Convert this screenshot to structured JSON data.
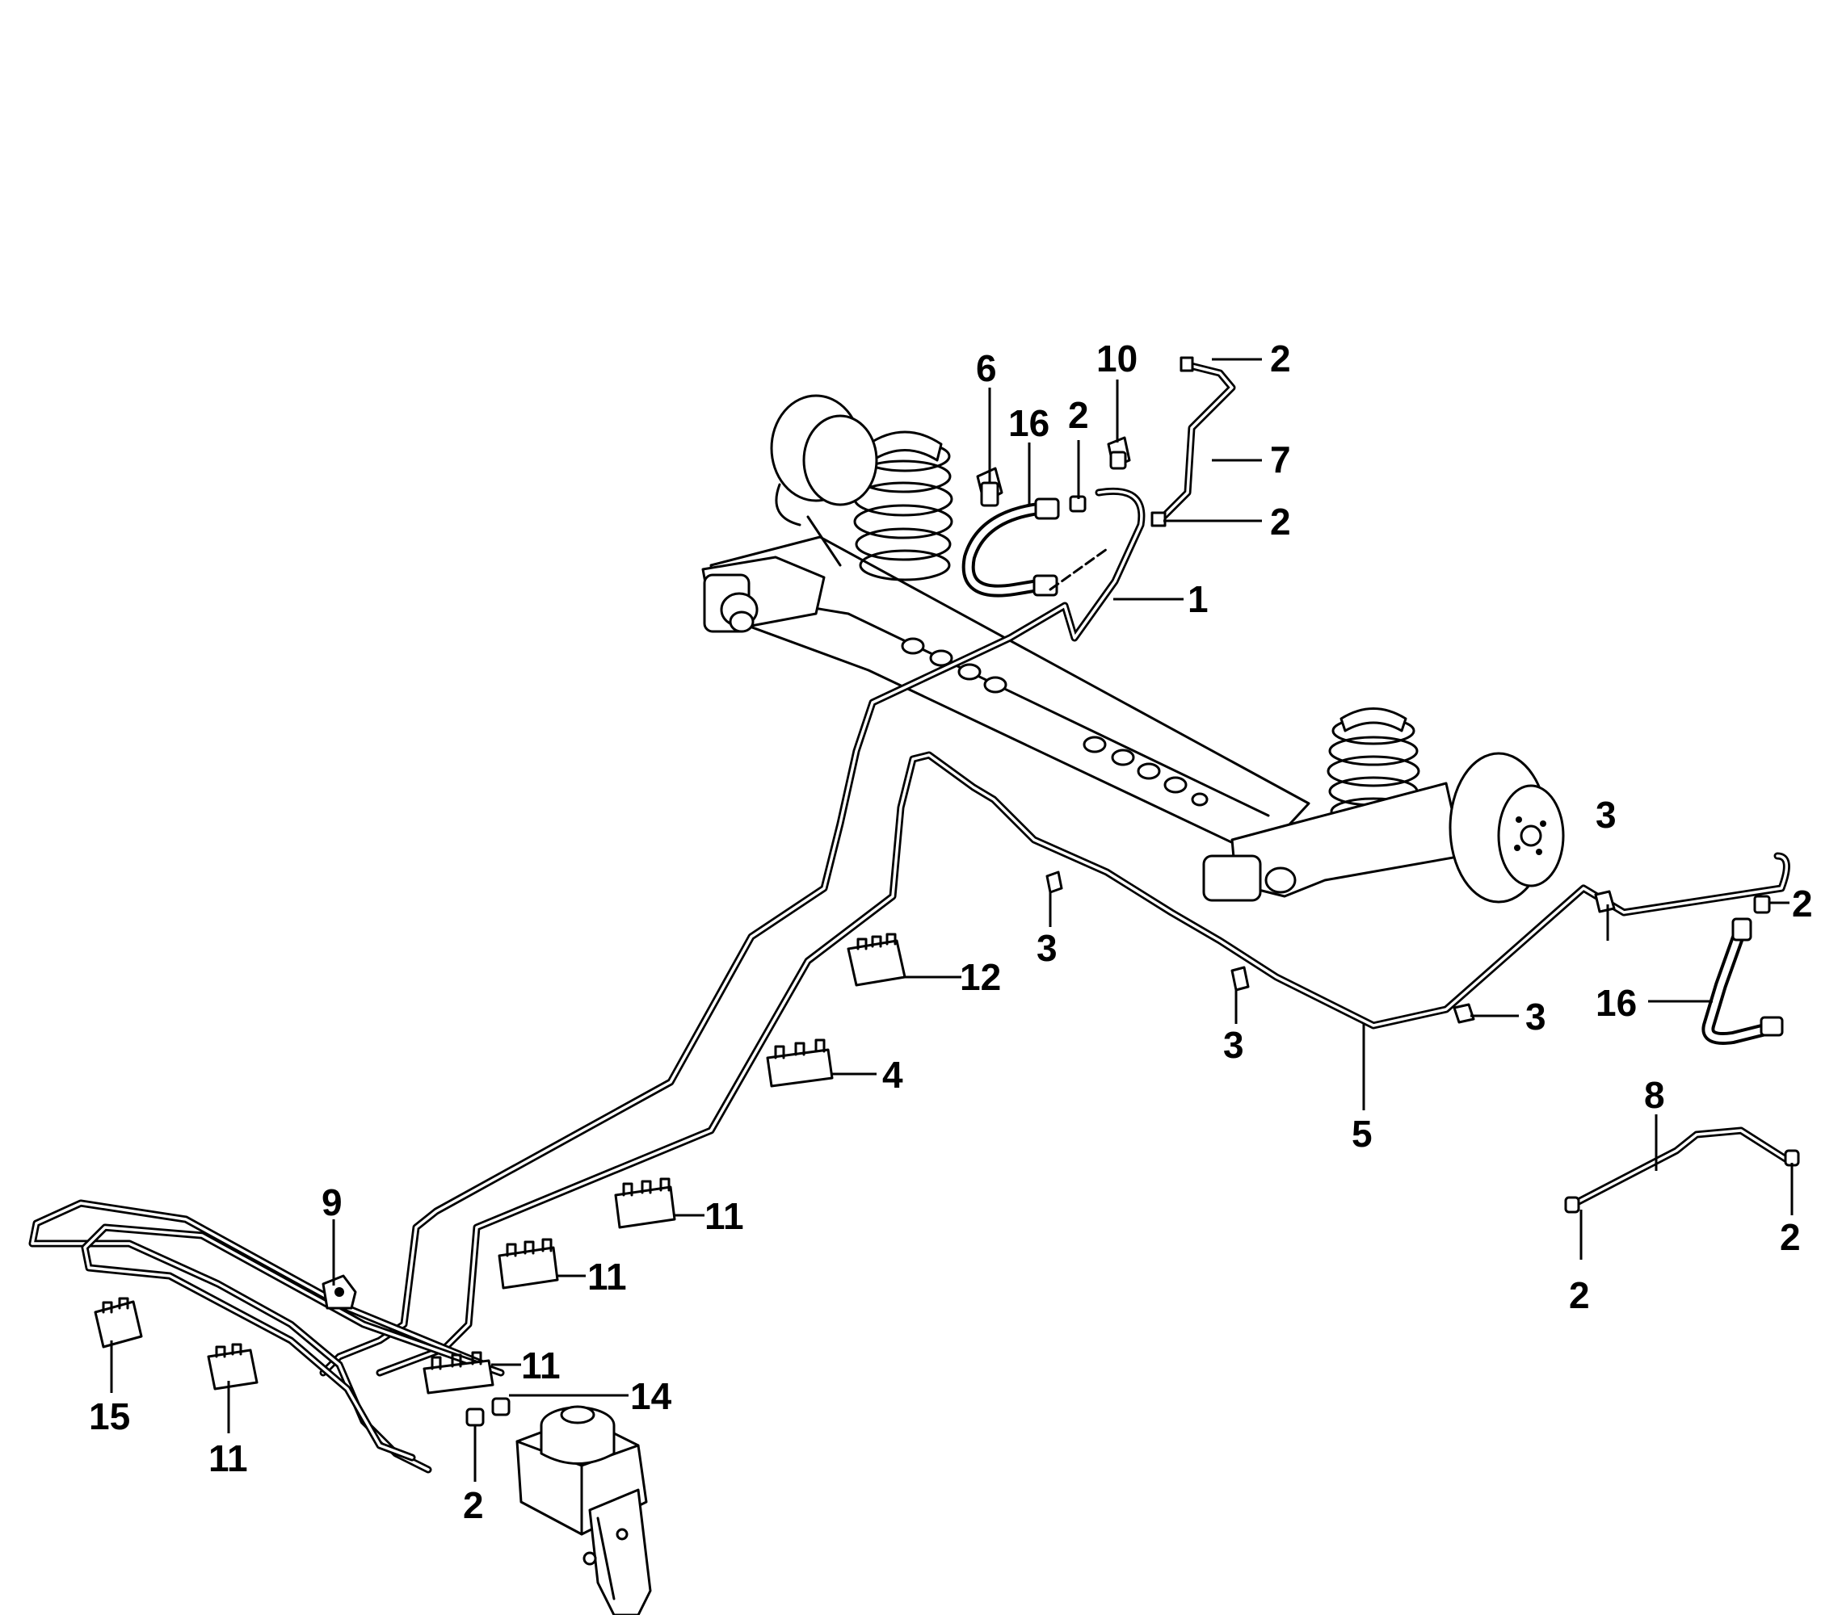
{
  "labels": {
    "l1": "1",
    "l2a": "2",
    "l2b": "2",
    "l2c": "2",
    "l2d": "2",
    "l2e": "2",
    "l2f": "2",
    "l2g": "2",
    "l3a": "3",
    "l3b": "3",
    "l3c": "3",
    "l3d": "3",
    "l4": "4",
    "l5": "5",
    "l6": "6",
    "l7": "7",
    "l8": "8",
    "l9": "9",
    "l10": "10",
    "l11a": "11",
    "l11b": "11",
    "l11c": "11",
    "l11d": "11",
    "l12": "12",
    "l14": "14",
    "l15": "15",
    "l16a": "16",
    "l16b": "16"
  },
  "icons": {
    "axle": "rear-axle-beam-icon",
    "abs": "abs-modulator-icon"
  }
}
